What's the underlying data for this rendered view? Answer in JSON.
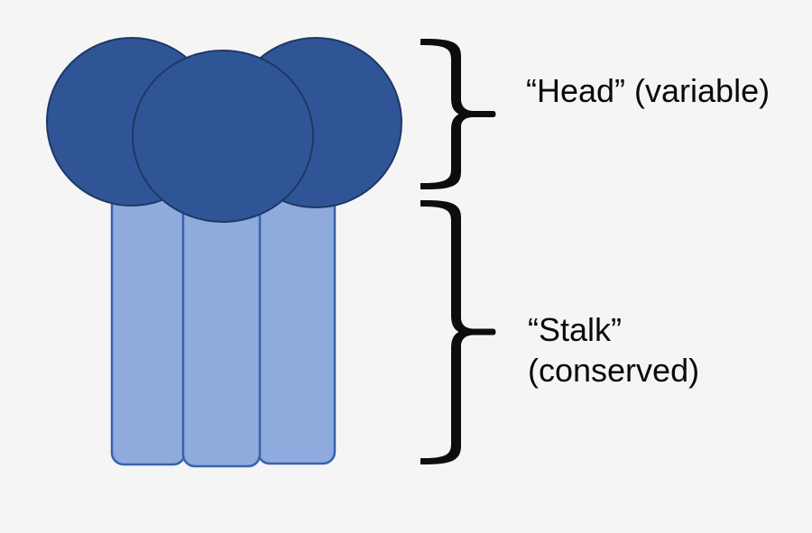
{
  "background_color": "#f5f5f6",
  "diagram": {
    "head_shape": {
      "fill": "#2F5597",
      "stroke": "#1F3864",
      "count": 3
    },
    "stalk_shape": {
      "fill": "#8FAADC",
      "stroke": "#3A62AD",
      "count": 3
    },
    "brace_color": "#0d0d0d"
  },
  "labels": {
    "head": "“Head” (variable)",
    "stalk_line1": "“Stalk”",
    "stalk_line2": "(conserved)"
  }
}
